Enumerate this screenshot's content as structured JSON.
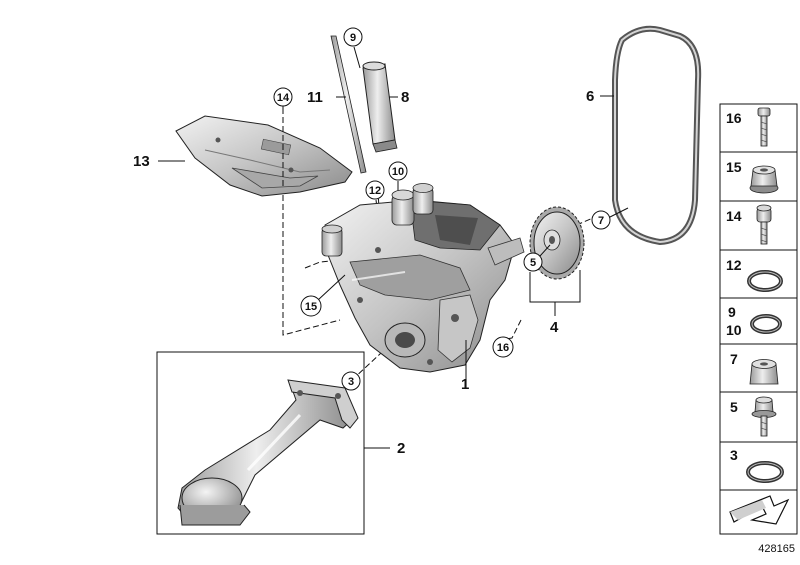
{
  "labels": {
    "l1": "1",
    "l2": "2",
    "l4": "4",
    "l6": "6",
    "l8": "8",
    "l11": "11",
    "l13": "13"
  },
  "callouts": {
    "c3": "3",
    "c5": "5",
    "c7": "7",
    "c9": "9",
    "c10": "10",
    "c12": "12",
    "c14": "14",
    "c15": "15",
    "c16": "16"
  },
  "sidebar": {
    "items": [
      {
        "number": "16"
      },
      {
        "number": "15"
      },
      {
        "number": "14"
      },
      {
        "number": "12"
      },
      {
        "number": "9",
        "number2": "10"
      },
      {
        "number": "7"
      },
      {
        "number": "5"
      },
      {
        "number": "3"
      }
    ]
  },
  "reference_number": "428165",
  "colors": {
    "line": "#111111",
    "metal_light": "#e6e6e6",
    "metal_mid": "#b8b8b8",
    "metal_dark": "#6e6e6e"
  }
}
